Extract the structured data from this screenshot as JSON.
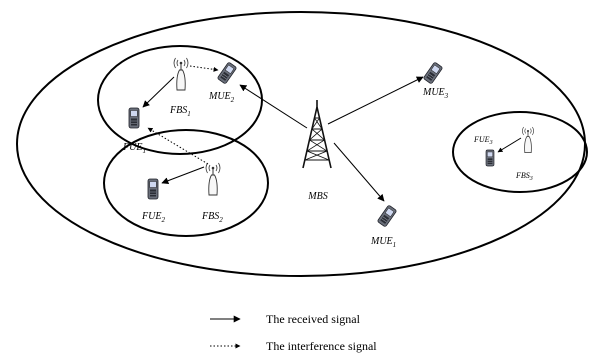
{
  "nodes": {
    "mbs": "MBS",
    "fbs1": {
      "base": "FBS",
      "sub": "1"
    },
    "fbs2": {
      "base": "FBS",
      "sub": "2"
    },
    "fbs3": {
      "base": "FBS",
      "sub": "3"
    },
    "mue1": {
      "base": "MUE",
      "sub": "1"
    },
    "mue2": {
      "base": "MUE",
      "sub": "2"
    },
    "mue3": {
      "base": "MUE",
      "sub": "3"
    },
    "fue1": {
      "base": "FUE",
      "sub": "1"
    },
    "fue2": {
      "base": "FUE",
      "sub": "2"
    },
    "fue3": {
      "base": "FUE",
      "sub": "3"
    }
  },
  "legend": {
    "received": "The received signal",
    "interference": "The interference signal"
  }
}
